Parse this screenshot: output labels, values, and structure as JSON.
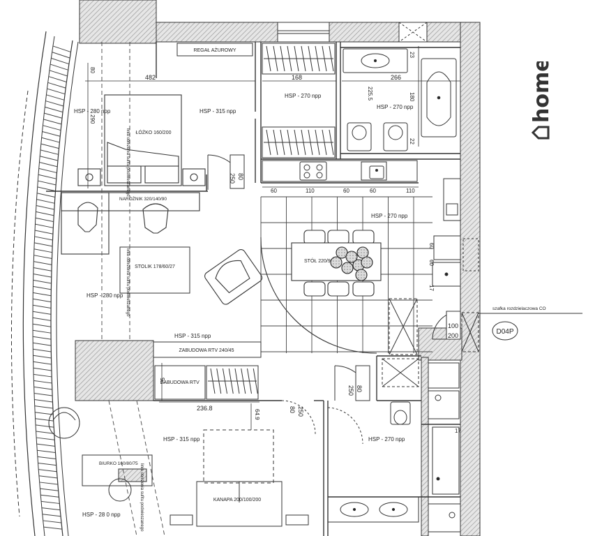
{
  "brand": {
    "name": "home",
    "icon": "house-icon"
  },
  "rooms": {
    "regal": "REGAŁ AŻUROWY",
    "bed": "ŁÓŻKO 160/200",
    "corner_sofa": "NAROŻNIK 320/140/90",
    "coffee_table": "STOLIK 178/60/27",
    "dining_table": "STÓŁ 220/90",
    "rtv_cabinet": "ZABUDOWA RTV 240/45",
    "rtv_small": "ZABUDOWA RTV",
    "desk": "BIURKO 160/80/75",
    "sofa": "KANAPA 200/100/200",
    "cabinet_note": "szafka rozdzielaczowa CO",
    "door_tag": "D04P"
  },
  "heights": {
    "h280": "HSP - 280 npp",
    "h315": "HSP - 315 npp",
    "h270": "HSP - 270 npp",
    "h281": "HSP - 28 0 npp"
  },
  "sill_line": "linia obniżenia sufitu podwieszanego",
  "dims": {
    "d482": "482",
    "d168": "168",
    "d266": "266",
    "d23": "23",
    "d2255": "225.5",
    "d180": "180",
    "d22": "22",
    "d80": "80",
    "d290": "290",
    "d250": "250",
    "d60": "60",
    "d110": "110",
    "d17": "17",
    "d100": "100",
    "d200": "200",
    "d75": "75",
    "d2368": "236.8",
    "d649": "64.9"
  }
}
